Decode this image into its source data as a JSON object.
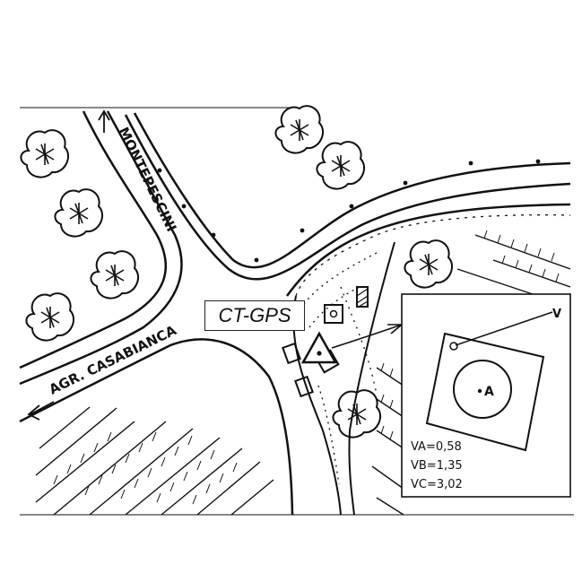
{
  "map": {
    "station_label": "CT-GPS",
    "road_labels": {
      "north": "MONTEPESCINI",
      "west": "AGR. CASABIANCA"
    },
    "inset": {
      "point_label": "A",
      "vertex_label": "V",
      "values": [
        {
          "label": "VA=0,58"
        },
        {
          "label": "VB=1,35"
        },
        {
          "label": "VC=3,02"
        }
      ]
    }
  }
}
